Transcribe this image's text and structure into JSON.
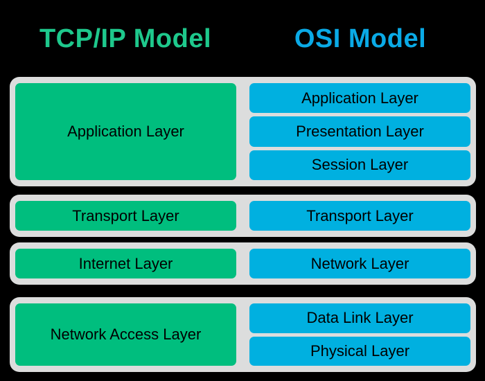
{
  "titles": {
    "tcpip": "TCP/IP Model",
    "osi": "OSI Model"
  },
  "colors": {
    "background": "#000000",
    "row_container": "#dcdddd",
    "tcpip_box_fill": "#00be7e",
    "osi_box_fill": "#00b0e0",
    "tcpip_title_text": "#1ec88c",
    "osi_title_text": "#0aaae6",
    "box_label_text": "#000000"
  },
  "rows": [
    {
      "tcpip": "Application Layer",
      "osi": [
        "Application Layer",
        "Presentation Layer",
        "Session Layer"
      ]
    },
    {
      "tcpip": "Transport Layer",
      "osi": [
        "Transport Layer"
      ]
    },
    {
      "tcpip": "Internet Layer",
      "osi": [
        "Network Layer"
      ]
    },
    {
      "tcpip": "Network Access Layer",
      "osi": [
        "Data Link Layer",
        "Physical Layer"
      ]
    }
  ]
}
